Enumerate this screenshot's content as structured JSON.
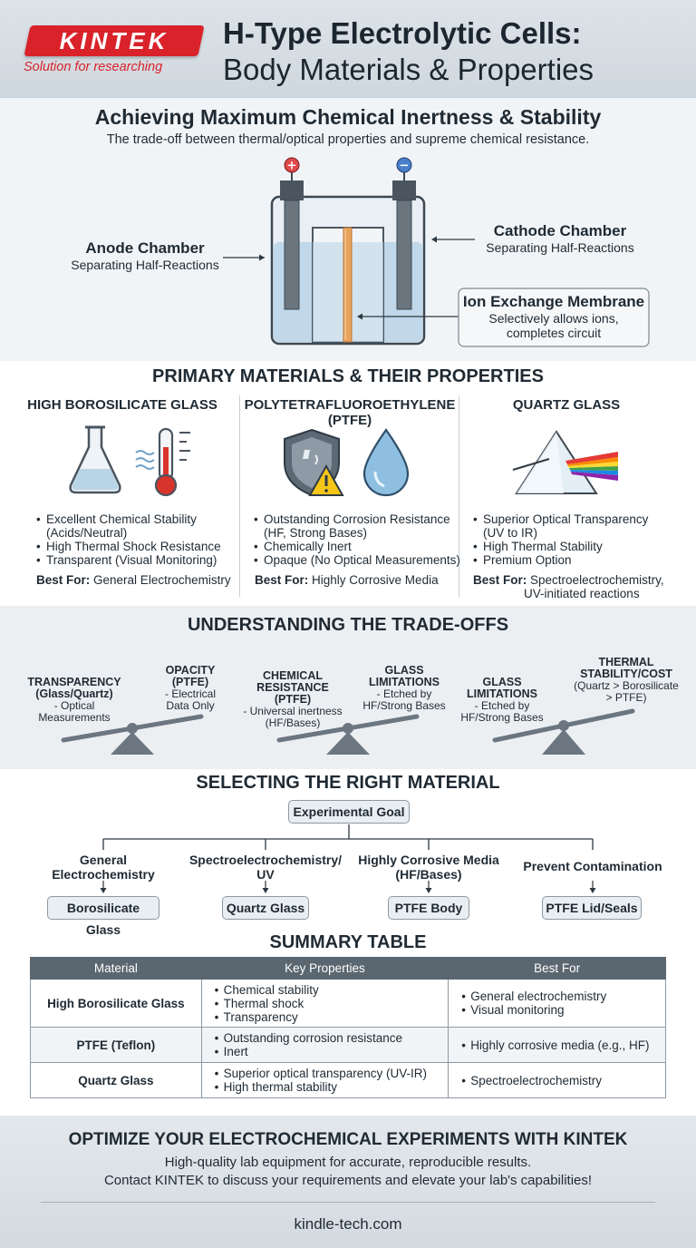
{
  "brand": {
    "logo": "KINTEK",
    "tagline": "Solution for researching",
    "colors": {
      "accent": "#d9222a",
      "dark": "#1b2630",
      "header_bar": "#5a6670"
    }
  },
  "title": {
    "line1": "H-Type Electrolytic Cells:",
    "line2": "Body Materials & Properties"
  },
  "cell_diagram": {
    "heading": "Achieving Maximum Chemical Inertness & Stability",
    "subheading": "The trade-off between thermal/optical properties and supreme chemical resistance.",
    "anode": {
      "title": "Anode Chamber",
      "desc": "Separating Half-Reactions",
      "terminal": "+"
    },
    "cathode": {
      "title": "Cathode Chamber",
      "desc": "Separating Half-Reactions",
      "terminal": "−"
    },
    "membrane": {
      "title": "Ion Exchange Membrane",
      "desc1": "Selectively allows ions,",
      "desc2": "completes circuit"
    }
  },
  "materials": {
    "heading": "PRIMARY MATERIALS & THEIR PROPERTIES",
    "columns": [
      {
        "name": "HIGH BOROSILICATE GLASS",
        "icons": [
          "flask-icon",
          "thermometer-icon"
        ],
        "bullets": [
          "Excellent Chemical Stability",
          "(Acids/Neutral)",
          "High Thermal Shock Resistance",
          "Transparent (Visual Monitoring)"
        ],
        "best_label": "Best For:",
        "best_value": "General Electrochemistry"
      },
      {
        "name_line1": "POLYTETRAFLUOROETHYLENE",
        "name_line2": "(PTFE)",
        "icons": [
          "shield-warning-icon",
          "droplet-icon"
        ],
        "bullets": [
          "Outstanding Corrosion Resistance",
          "(HF, Strong Bases)",
          "Chemically Inert",
          "Opaque (No Optical Measurements)"
        ],
        "best_label": "Best For:",
        "best_value": "Highly Corrosive Media"
      },
      {
        "name": "QUARTZ GLASS",
        "icons": [
          "prism-icon"
        ],
        "bullets": [
          "Superior Optical Transparency",
          "(UV to IR)",
          "High Thermal Stability",
          "Premium Option"
        ],
        "best_label": "Best For:",
        "best_value1": "Spectroelectrochemistry,",
        "best_value2": "UV-initiated reactions"
      }
    ]
  },
  "tradeoffs": {
    "heading": "UNDERSTANDING THE TRADE-OFFS",
    "scales": [
      {
        "left_bold": [
          "TRANSPARENCY",
          "(Glass/Quartz)"
        ],
        "left_small": [
          "- Optical",
          "Measurements"
        ],
        "right_bold": [
          "OPACITY",
          "(PTFE)"
        ],
        "right_small": [
          "- Electrical",
          "Data Only"
        ]
      },
      {
        "left_bold": [
          "CHEMICAL",
          "RESISTANCE",
          "(PTFE)"
        ],
        "left_small": [
          "- Universal inertness",
          "(HF/Bases)"
        ],
        "right_bold": [
          "GLASS",
          "LIMITATIONS"
        ],
        "right_small": [
          "- Etched by",
          "HF/Strong Bases"
        ]
      },
      {
        "left_bold": [
          "GLASS",
          "LIMITATIONS"
        ],
        "left_small": [
          "- Etched by",
          "HF/Strong Bases"
        ],
        "right_bold": [
          "THERMAL",
          "STABILITY/COST"
        ],
        "right_small": [
          "(Quartz > Borosilicate",
          "> PTFE)"
        ]
      }
    ]
  },
  "selection": {
    "heading": "SELECTING THE RIGHT MATERIAL",
    "root": "Experimental Goal",
    "branches": [
      {
        "goal1": "General",
        "goal2": "Electrochemistry",
        "result": "Borosilicate Glass"
      },
      {
        "goal1": "Spectroelectrochemistry/",
        "goal2": "UV",
        "result": "Quartz Glass"
      },
      {
        "goal1": "Highly Corrosive Media",
        "goal2": "(HF/Bases)",
        "result": "PTFE Body"
      },
      {
        "goal1": "Prevent Contamination",
        "goal2": "",
        "result": "PTFE Lid/Seals"
      }
    ]
  },
  "summary": {
    "heading": "SUMMARY TABLE",
    "headers": [
      "Material",
      "Key Properties",
      "Best For"
    ],
    "rows": [
      {
        "material": "High Borosilicate Glass",
        "props": [
          "Chemical stability",
          "Thermal shock",
          "Transparency"
        ],
        "best": [
          "General electrochemistry",
          "Visual monitoring"
        ]
      },
      {
        "material": "PTFE (Teflon)",
        "props": [
          "Outstanding corrosion resistance",
          "Inert"
        ],
        "best": [
          "Highly corrosive media (e.g., HF)"
        ]
      },
      {
        "material": "Quartz Glass",
        "props": [
          "Superior optical transparency (UV-IR)",
          "High thermal stability"
        ],
        "best": [
          "Spectroelectrochemistry"
        ]
      }
    ]
  },
  "footer": {
    "title": "OPTIMIZE YOUR ELECTROCHEMICAL EXPERIMENTS WITH KINTEK",
    "line1": "High-quality lab equipment for accurate, reproducible results.",
    "line2": "Contact KINTEK to discuss your requirements and elevate your lab's capabilities!",
    "url": "kindle-tech.com"
  }
}
